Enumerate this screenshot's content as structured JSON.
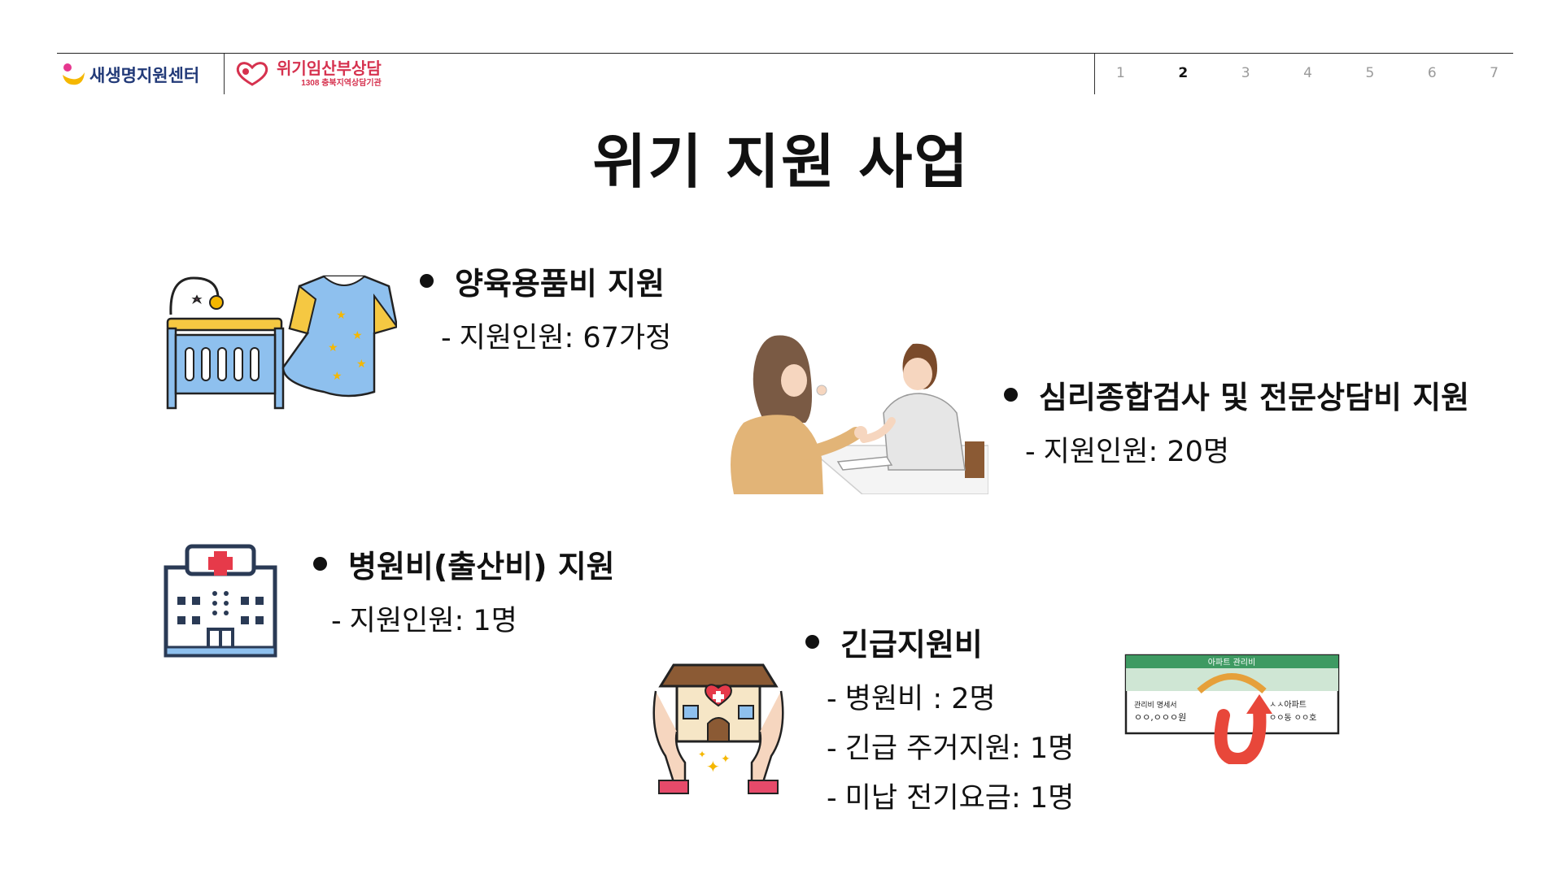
{
  "header": {
    "logo_left": "새생명지원센터",
    "logo_right_title": "위기임산부상담",
    "logo_right_sub": "1308 충북지역상담기관",
    "pages": [
      "1",
      "2",
      "3",
      "4",
      "5",
      "6",
      "7"
    ],
    "active_page": "2"
  },
  "title": "위기 지원 사업",
  "items": [
    {
      "title": "양육용품비 지원",
      "lines": [
        "지원인원: 67가정"
      ]
    },
    {
      "title": "심리종합검사 및 전문상담비 지원",
      "lines": [
        "지원인원: 20명"
      ]
    },
    {
      "title": "병원비(출산비) 지원",
      "lines": [
        "지원인원: 1명"
      ]
    },
    {
      "title": "긴급지원비",
      "lines": [
        "병원비 : 2명",
        "긴급 주거지원: 1명",
        "미납 전기요금: 1명"
      ]
    }
  ],
  "bill_card": {
    "heading": "아파트 관리비",
    "left_label": "관리비 명세서",
    "left_amount": "ㅇㅇ,ㅇㅇㅇ원",
    "right_name": "ㅅㅅ아파트",
    "right_unit": "ㅇㅇ동 ㅇㅇ호"
  },
  "colors": {
    "accent_red": "#d6324f",
    "navy": "#223a78",
    "blue_light": "#8ec0ee",
    "card_green": "#3e9a62"
  }
}
